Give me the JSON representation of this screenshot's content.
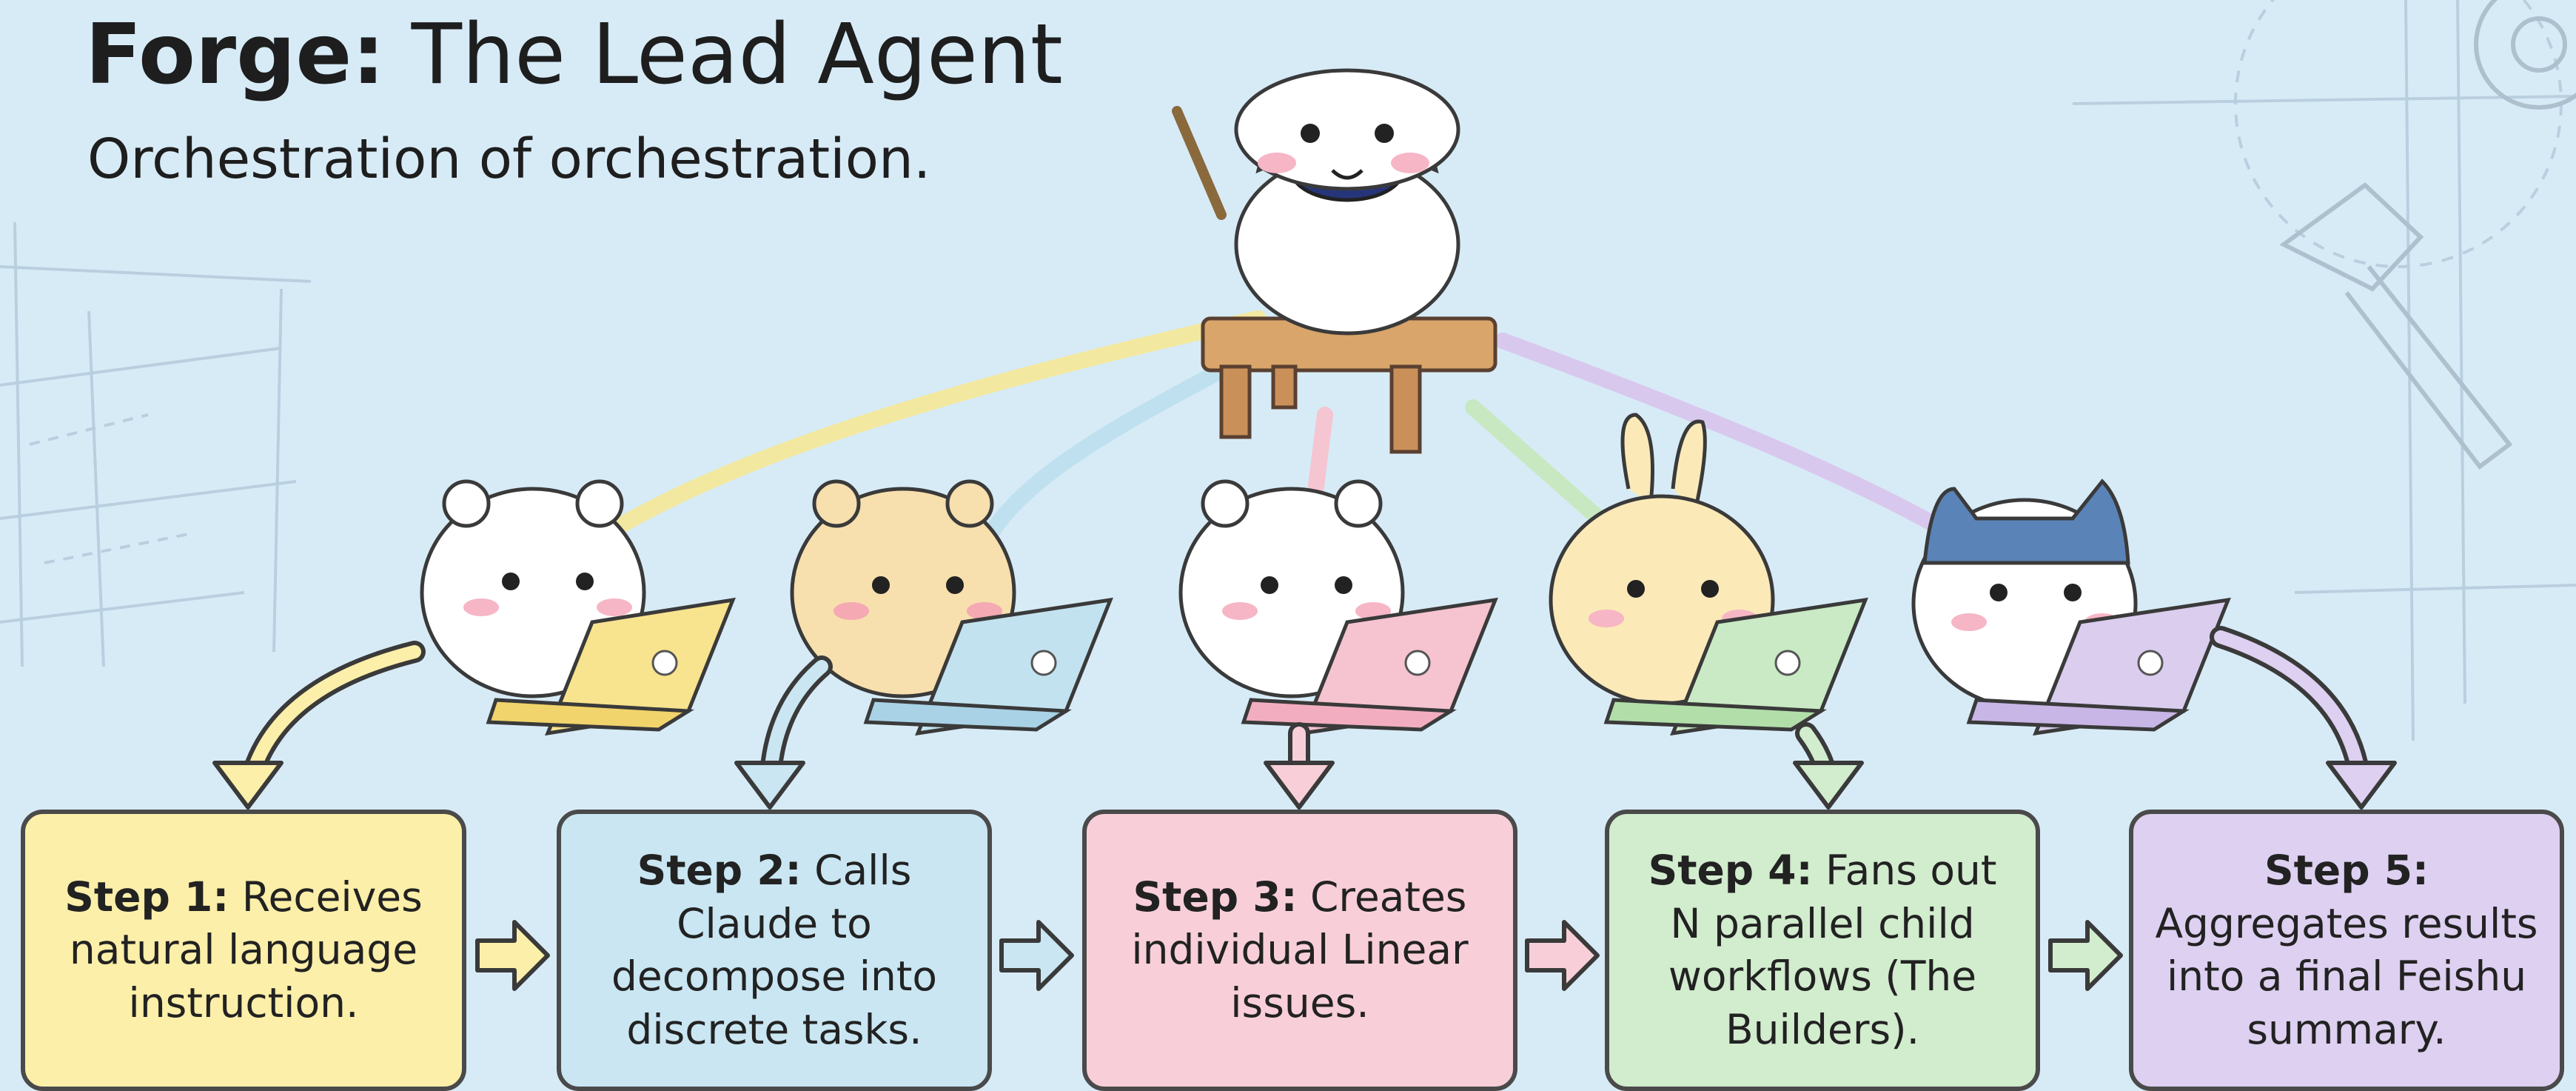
{
  "title": {
    "bold": "Forge:",
    "rest": " The Lead Agent"
  },
  "subtitle": "Orchestration of orchestration.",
  "colors": {
    "background": "#d7ebf7",
    "step1": "#fbefa9",
    "step2": "#c9e6f2",
    "step3": "#f8cfd9",
    "step4": "#d2ecce",
    "step5": "#ddd0f0"
  },
  "characters": [
    {
      "name": "lead-cat-with-pointer"
    },
    {
      "name": "white-bear"
    },
    {
      "name": "tan-bear-frowning"
    },
    {
      "name": "white-bear"
    },
    {
      "name": "rabbit"
    },
    {
      "name": "blue-eared-cat"
    }
  ],
  "steps": [
    {
      "label": "Step 1:",
      "text": " Receives natural language instruction."
    },
    {
      "label": "Step 2:",
      "text": " Calls Claude to decompose into discrete tasks."
    },
    {
      "label": "Step 3:",
      "text": " Creates individual Linear issues."
    },
    {
      "label": "Step 4:",
      "text": " Fans out N parallel child workflows (The Builders)."
    },
    {
      "label": "Step 5:",
      "text": " Aggregates results into a final Feishu summary."
    }
  ]
}
